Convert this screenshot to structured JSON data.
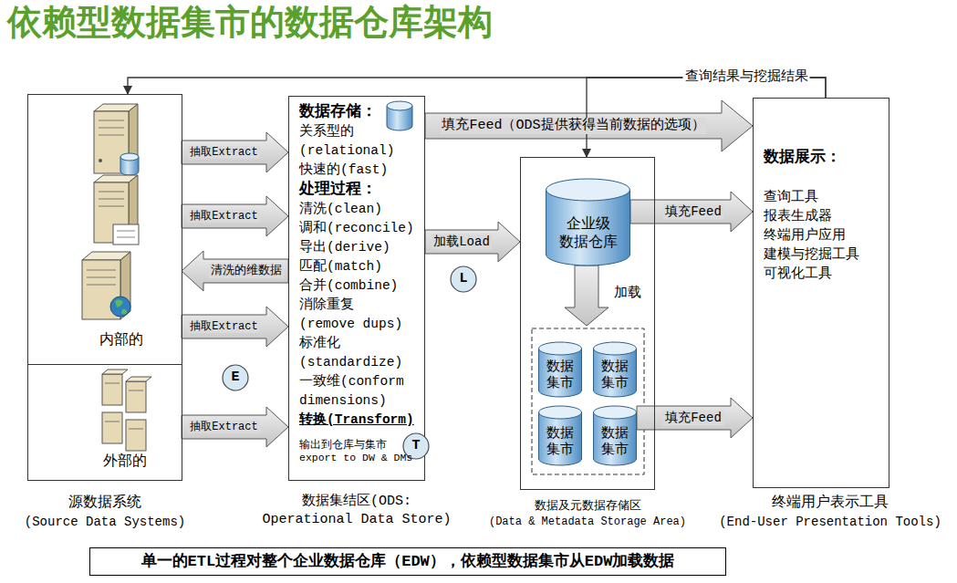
{
  "diagram": {
    "title": "依赖型数据集市的数据仓库架构",
    "caption": "单一的ETL过程对整个企业数据仓库（EDW），依赖型数据集市从EDW加载数据",
    "nodes": [
      {
        "text": [
          "源数据系统",
          "(Source Data Systems)"
        ]
      },
      {
        "text": [
          "内部的"
        ],
        "in": 0
      },
      {
        "text": [
          "外部的"
        ],
        "in": 0
      },
      {
        "text": [
          "数据存储：",
          "关系型的 (relational)",
          "快速的(fast)",
          "处理过程：",
          "清洗(clean)",
          "调和(reconcile)",
          "导出(derive)",
          "匹配(match)",
          "合并(combine)",
          "消除重复 (remove dups)",
          "标准化 (standardize)",
          "一致维(conform dimensions)",
          "转换(Transform)",
          "输出到仓库与集市 export to DW & DMs",
          "数据集结区(ODS: Operational Data Store)"
        ]
      },
      {
        "text": [
          "数据及元数据存储区",
          "(Data & Metadata Storage Area)"
        ]
      },
      {
        "text": [
          "企业级 数据仓库"
        ],
        "in": 4
      },
      {
        "text": [
          "数据 集市"
        ],
        "in": 4
      },
      {
        "text": [
          "数据 集市"
        ],
        "in": 4
      },
      {
        "text": [
          "数据 集市"
        ],
        "in": 4
      },
      {
        "text": [
          "数据 集市"
        ],
        "in": 4
      },
      {
        "text": [
          "数据展示：",
          "查询工具",
          "报表生成器",
          "终端用户应用",
          "建模与挖掘工具",
          "可视化工具",
          "终端用户表示工具",
          "(End-User Presentation Tools)"
        ]
      },
      {
        "text": [
          "E"
        ]
      },
      {
        "text": [
          "T"
        ]
      },
      {
        "text": [
          "L"
        ]
      }
    ],
    "edges": [
      {
        "from": 1,
        "to": 3,
        "arrow": "to",
        "label": "抽取Extract"
      },
      {
        "from": 1,
        "to": 3,
        "arrow": "to",
        "label": "抽取Extract"
      },
      {
        "from": 1,
        "to": 3,
        "arrow": "to",
        "label": "抽取Extract"
      },
      {
        "from": 2,
        "to": 3,
        "arrow": "to",
        "label": "抽取Extract"
      },
      {
        "from": 3,
        "to": 1,
        "arrow": "to",
        "label": "清洗的维数据"
      },
      {
        "from": 3,
        "to": 10,
        "arrow": "to",
        "label": "填充Feed（ODS提供获得当前数据的选项）"
      },
      {
        "from": 3,
        "to": 4,
        "arrow": "to",
        "label": "加载Load"
      },
      {
        "from": 5,
        "to": 6,
        "arrow": "to",
        "label": "加载"
      },
      {
        "from": 5,
        "to": 10,
        "arrow": "to",
        "label": "填充Feed"
      },
      {
        "from": 9,
        "to": 10,
        "arrow": "to",
        "label": "填充Feed"
      },
      {
        "from": 10,
        "to": 0,
        "arrow": "to",
        "label": "查询结果与挖掘结果"
      },
      {
        "from": 10,
        "to": 4,
        "arrow": "to"
      }
    ]
  }
}
